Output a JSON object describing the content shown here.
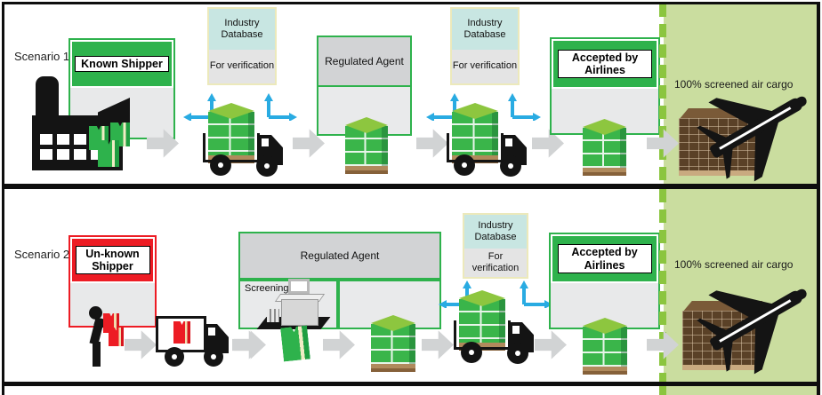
{
  "scenario1": {
    "label": "Scenario 1",
    "known_shipper": "Known Shipper",
    "industry_db_1": {
      "title": "Industry Database",
      "subtitle": "For verification"
    },
    "regulated_agent": "Regulated Agent",
    "industry_db_2": {
      "title": "Industry Database",
      "subtitle": "For verification"
    },
    "accepted_by_airlines": "Accepted by Airlines",
    "outcome": "100% screened air cargo"
  },
  "scenario2": {
    "label": "Scenario 2",
    "unknown_shipper": "Un-known Shipper",
    "regulated_agent": "Regulated Agent",
    "screening": "Screening",
    "industry_db": {
      "title": "Industry Database",
      "subtitle": "For verification"
    },
    "accepted_by_airlines": "Accepted by Airlines",
    "outcome": "100% screened air cargo"
  },
  "colors": {
    "box_green": "#2eb24c",
    "box_red": "#ed1c24",
    "arrow_blue": "#29abe2",
    "arrow_gray": "#d1d3d4",
    "db_border": "#ece9bb",
    "db_top_cyan": "#c8e6e2",
    "screened_zone_bg": "#cadd9f",
    "dash_green": "#8bc53f"
  }
}
